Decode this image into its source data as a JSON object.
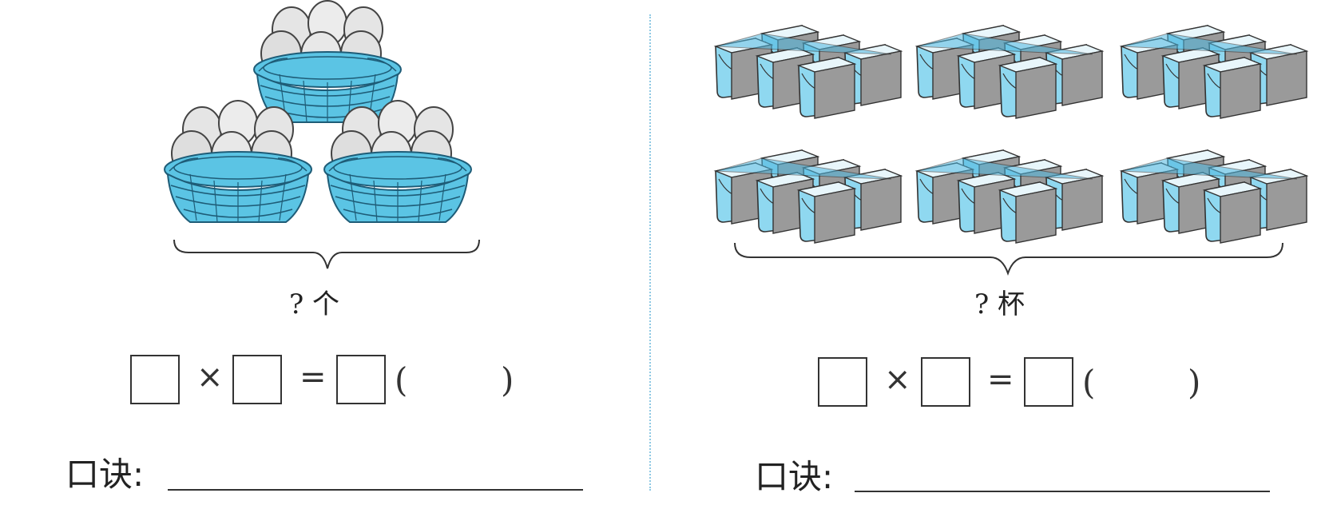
{
  "problems": [
    {
      "question_label": "? 个",
      "equation": {
        "times": "×",
        "equals": "=",
        "paren_open": "(",
        "paren_close": ")"
      },
      "koujue_label": "口诀:"
    },
    {
      "question_label": "? 杯",
      "equation": {
        "times": "×",
        "equals": "=",
        "paren_open": "(",
        "paren_close": ")"
      },
      "koujue_label": "口诀:"
    }
  ],
  "illustration": {
    "left": {
      "icon": "egg-basket-icon",
      "groups": 3,
      "eggs_per_basket": 6,
      "basket_color": "#5bc4e4"
    },
    "right": {
      "icon": "yogurt-cup-icon",
      "groups": 6,
      "cups_per_group": 6,
      "cup_color": "#7fd3ee"
    }
  }
}
